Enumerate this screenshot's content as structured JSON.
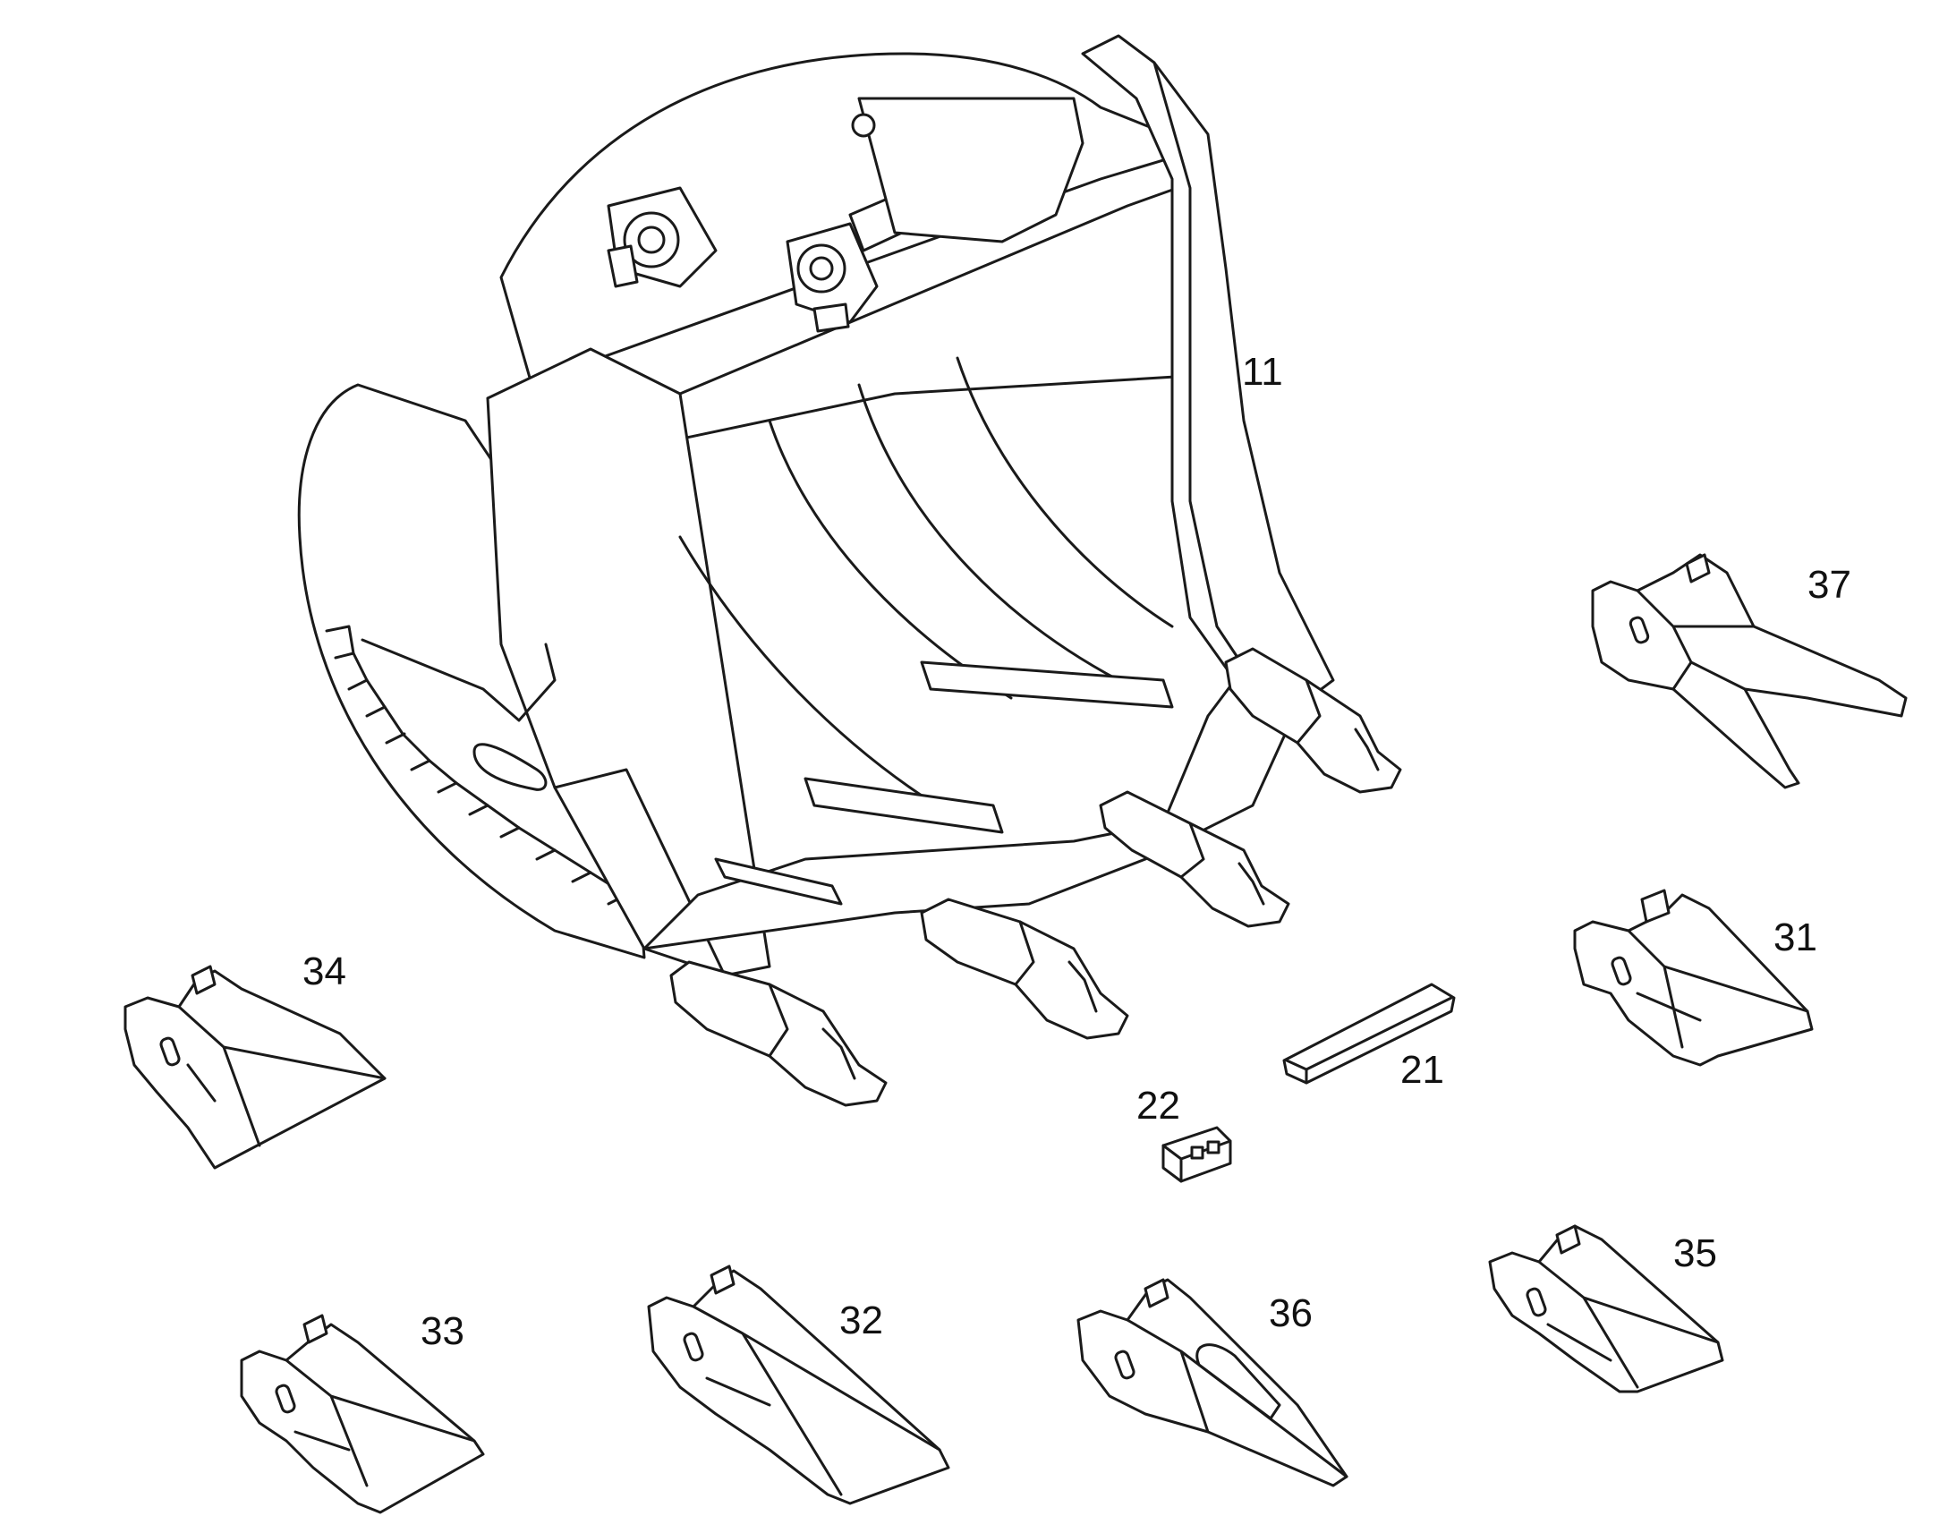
{
  "diagram": {
    "callouts": {
      "bucket": "11",
      "edge_segment": "21",
      "lock_pin": "22",
      "tooth_31": "31",
      "tooth_32": "32",
      "tooth_33": "33",
      "tooth_34": "34",
      "tooth_35": "35",
      "tooth_36": "36",
      "tooth_37": "37"
    },
    "colors": {
      "line": "#1a1a1a",
      "background": "#ffffff"
    }
  }
}
